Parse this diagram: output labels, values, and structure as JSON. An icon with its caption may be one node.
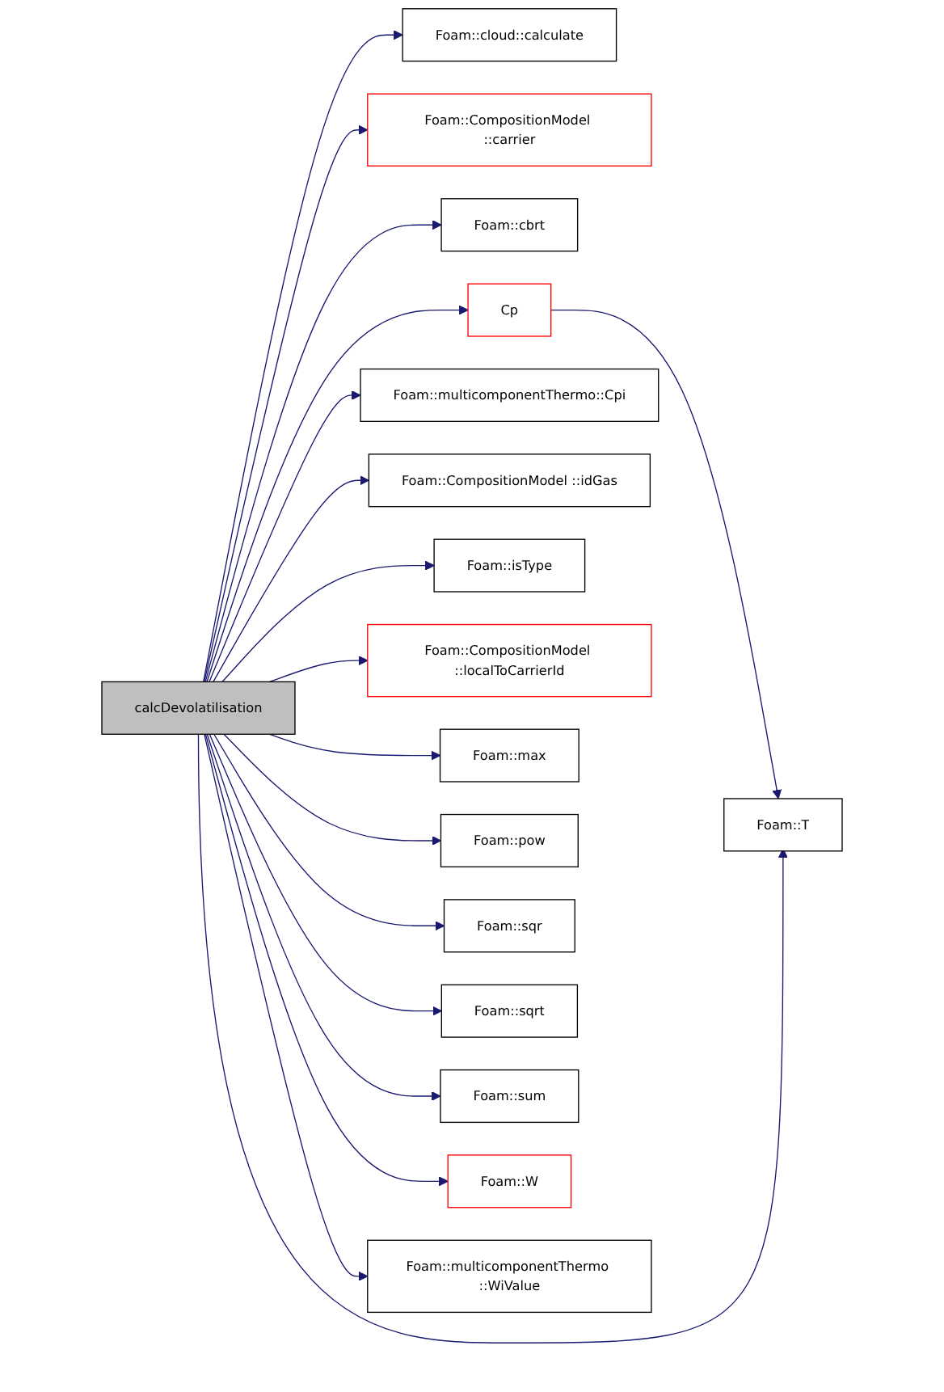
{
  "diagram": {
    "nodes": [
      {
        "text": [
          "calcDevolatilisation"
        ]
      },
      {
        "text": [
          "Foam::cloud::calculate"
        ]
      },
      {
        "text": [
          "Foam::CompositionModel ::carrier"
        ]
      },
      {
        "text": [
          "Foam::cbrt"
        ]
      },
      {
        "text": [
          "Cp"
        ]
      },
      {
        "text": [
          "Foam::T"
        ]
      },
      {
        "text": [
          "Foam::multicomponentThermo::Cpi"
        ]
      },
      {
        "text": [
          "Foam::CompositionModel ::idGas"
        ]
      },
      {
        "text": [
          "Foam::isType"
        ]
      },
      {
        "text": [
          "Foam::CompositionModel ::localToCarrierId"
        ]
      },
      {
        "text": [
          "Foam::max"
        ]
      },
      {
        "text": [
          "Foam::pow"
        ]
      },
      {
        "text": [
          "Foam::sqr"
        ]
      },
      {
        "text": [
          "Foam::sqrt"
        ]
      },
      {
        "text": [
          "Foam::sum"
        ]
      },
      {
        "text": [
          "Foam::W"
        ]
      },
      {
        "text": [
          "Foam::multicomponentThermo ::WiValue"
        ]
      }
    ],
    "edges": [
      {
        "from": 0,
        "to": 1,
        "arrow": "to"
      },
      {
        "from": 0,
        "to": 2,
        "arrow": "to"
      },
      {
        "from": 0,
        "to": 3,
        "arrow": "to"
      },
      {
        "from": 0,
        "to": 4,
        "arrow": "to"
      },
      {
        "from": 4,
        "to": 5,
        "arrow": "to"
      },
      {
        "from": 0,
        "to": 5,
        "arrow": "to"
      },
      {
        "from": 0,
        "to": 6,
        "arrow": "to"
      },
      {
        "from": 0,
        "to": 7,
        "arrow": "to"
      },
      {
        "from": 0,
        "to": 8,
        "arrow": "to"
      },
      {
        "from": 0,
        "to": 9,
        "arrow": "to"
      },
      {
        "from": 0,
        "to": 10,
        "arrow": "to"
      },
      {
        "from": 0,
        "to": 11,
        "arrow": "to"
      },
      {
        "from": 0,
        "to": 12,
        "arrow": "to"
      },
      {
        "from": 0,
        "to": 13,
        "arrow": "to"
      },
      {
        "from": 0,
        "to": 14,
        "arrow": "to"
      },
      {
        "from": 0,
        "to": 15,
        "arrow": "to"
      },
      {
        "from": 0,
        "to": 16,
        "arrow": "to"
      }
    ]
  }
}
